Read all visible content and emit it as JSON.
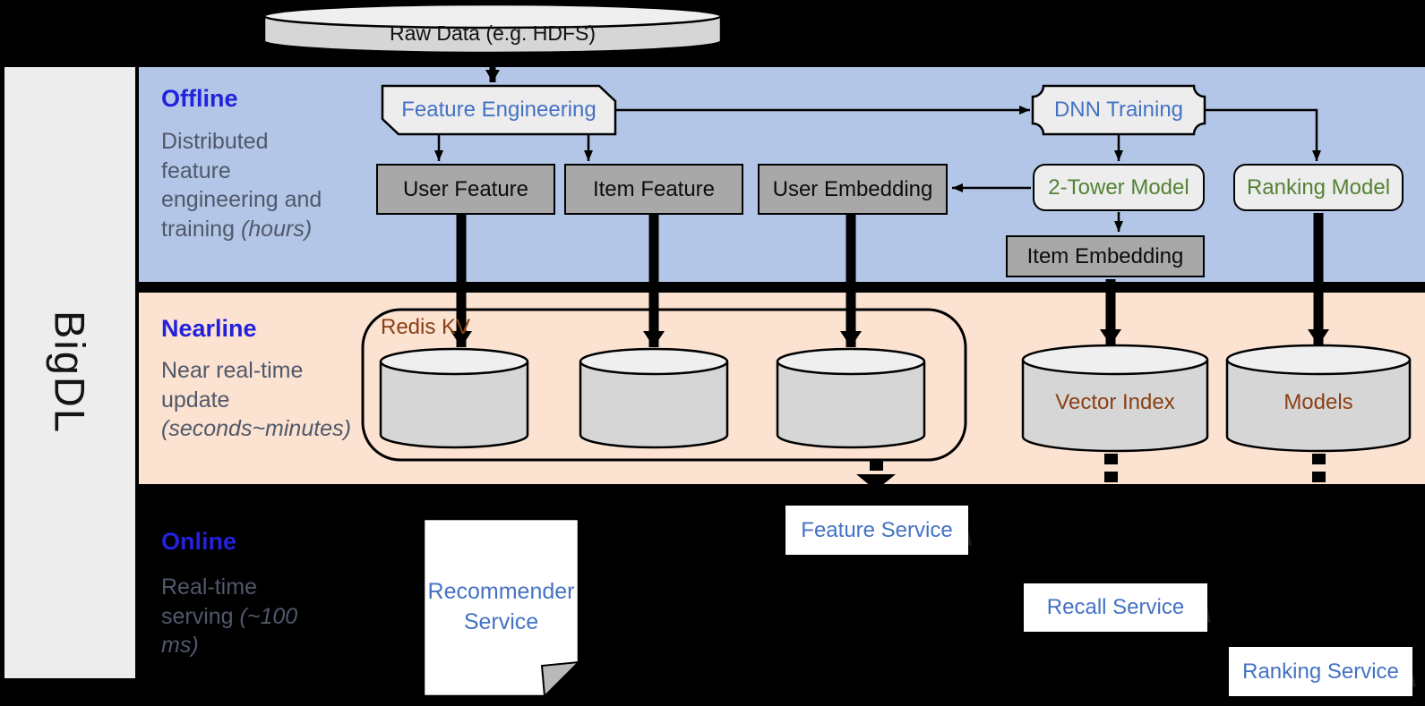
{
  "brand": {
    "name": "BigDL"
  },
  "raw_data": {
    "label": "Raw Data (e.g. HDFS)"
  },
  "sections": {
    "offline": {
      "title": "Offline",
      "desc": "Distributed feature engineering and training ",
      "desc_italic": "(hours)"
    },
    "nearline": {
      "title": "Nearline",
      "desc": "Near real-time update ",
      "desc_italic": "(seconds~minutes)"
    },
    "online": {
      "title": "Online",
      "desc": "Real-time serving ",
      "desc_italic": "(~100 ms)"
    }
  },
  "offline_nodes": {
    "feature_engineering": "Feature Engineering",
    "dnn_training": "DNN Training",
    "user_feature": "User Feature",
    "item_feature": "Item Feature",
    "user_embedding": "User Embedding",
    "two_tower_model": "2-Tower Model",
    "ranking_model": "Ranking Model",
    "item_embedding": "Item Embedding"
  },
  "nearline_nodes": {
    "redis_kv": "Redis KV",
    "vector_index": "Vector Index",
    "models": "Models"
  },
  "online_nodes": {
    "recommender_service": "Recommender Service",
    "feature_service": "Feature Service",
    "recall_service": "Recall Service",
    "ranking_service": "Ranking Service"
  },
  "colors": {
    "background": "#000000",
    "offline_band": "#B3C6E7",
    "nearline_band": "#FBE2D1",
    "sidebar_fill": "#EDEDED",
    "section_title_blue": "#2222DB",
    "section_desc_gray": "#50586A",
    "node_blue_text": "#4472C4",
    "node_green_text": "#548235",
    "storage_brown_text": "#8A4014",
    "gray_node_fill": "#A8A8A8",
    "light_node_fill": "#EDEDED",
    "cylinder_fill": "#D6D6D6"
  }
}
